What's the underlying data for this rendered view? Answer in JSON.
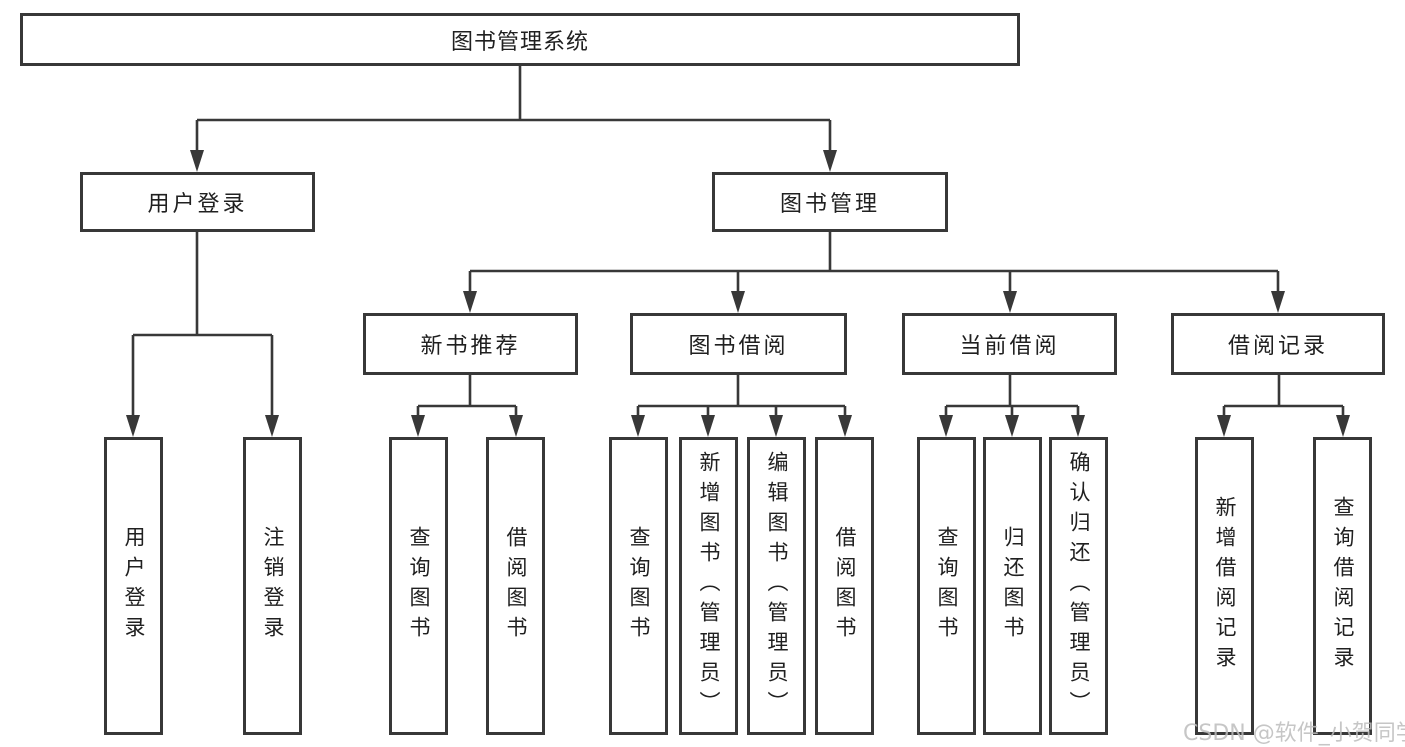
{
  "nodes": {
    "root": "图书管理系统",
    "user_login": "用户登录",
    "book_management": "图书管理",
    "new_book_recommend": "新书推荐",
    "book_borrowing": "图书借阅",
    "current_borrowing": "当前借阅",
    "borrowing_records": "借阅记录",
    "leaf_user_login": "用户登录",
    "leaf_logout": "注销登录",
    "leaf_nb_query_books": "查询图书",
    "leaf_nb_borrow_books": "借阅图书",
    "leaf_bb_query_books": "查询图书",
    "leaf_bb_add_books_admin": "新增图书（管理员）",
    "leaf_bb_edit_books_admin": "编辑图书（管理员）",
    "leaf_bb_borrow_books": "借阅图书",
    "leaf_cb_query_books": "查询图书",
    "leaf_cb_return_books": "归还图书",
    "leaf_cb_confirm_return_admin": "确认归还（管理员）",
    "leaf_br_add_record": "新增借阅记录",
    "leaf_br_query_record": "查询借阅记录"
  },
  "colors": {
    "line": "#383838",
    "text": "#202020",
    "box_background": "#ffffff",
    "watermark": "#bdbdbd"
  },
  "watermark": {
    "text": "CSDN @软件_小贺同学"
  }
}
